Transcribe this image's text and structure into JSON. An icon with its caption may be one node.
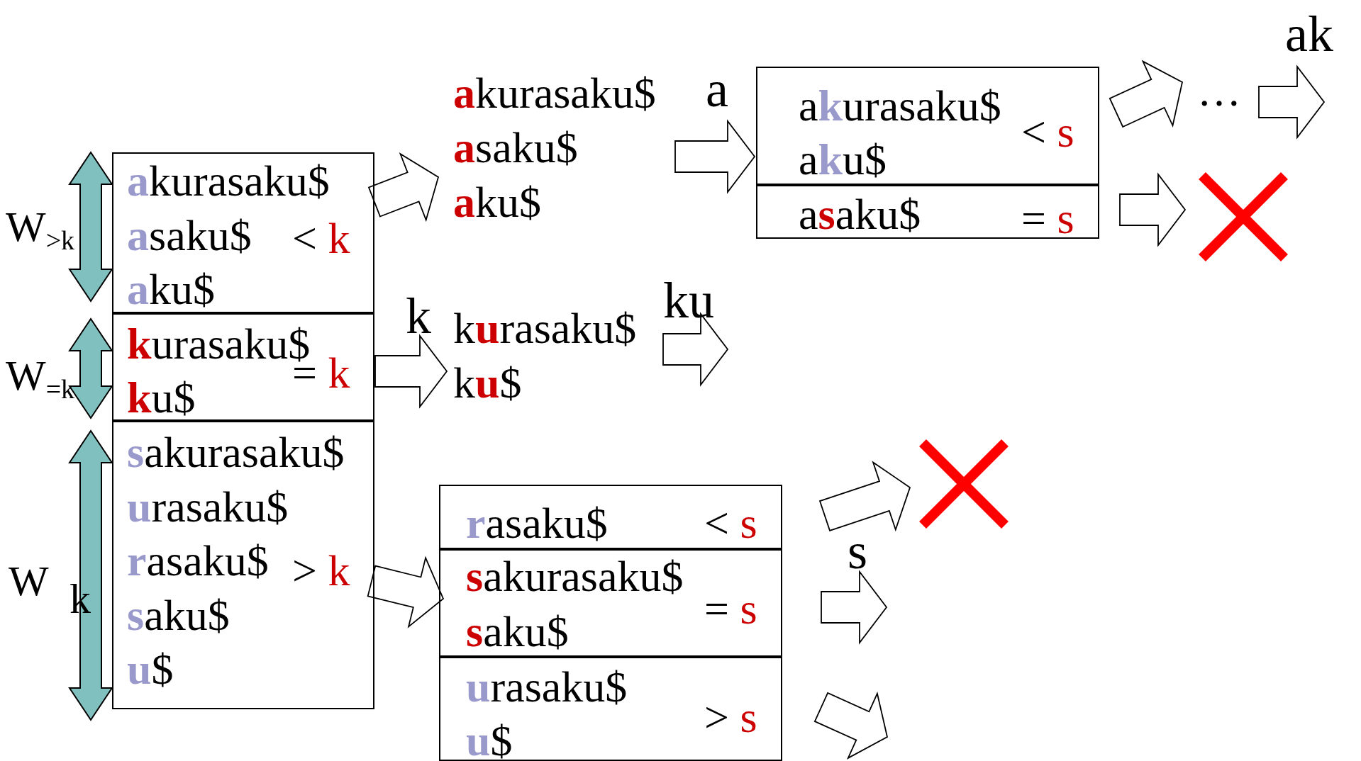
{
  "diagram": {
    "nodes": [
      {
        "text": [
          "**a**kurasaku$",
          "**a**saku$",
          "**a**ku$",
          "< k"
        ],
        "beside": [
          "W$_{>k}$"
        ]
      },
      {
        "text": [
          "**k**urasaku$",
          "**k**u$",
          "= k"
        ],
        "beside": [
          "W$_{=k}$"
        ]
      },
      {
        "text": [
          "**s**akurasaku$",
          "**u**rasaku$",
          "**r**asaku$",
          "**s**aku$",
          "**u**$",
          "> k"
        ],
        "beside": [
          "W",
          "k"
        ]
      },
      {
        "text": [
          "**a**kurasaku$",
          "**a**saku$",
          "**a**ku$"
        ]
      },
      {
        "text": [
          "k**u**rasaku$",
          "k**u**$"
        ]
      },
      {
        "text": [
          "a**k**urasaku$",
          "a**k**u$",
          "< s"
        ]
      },
      {
        "text": [
          "a**s**aku$",
          "= s"
        ]
      },
      {
        "text": [
          "**r**asaku$",
          "< s"
        ]
      },
      {
        "text": [
          "**s**akurasaku$",
          "**s**aku$",
          "= s"
        ]
      },
      {
        "text": [
          "**u**rasaku$",
          "**u**$",
          "> s"
        ]
      },
      {
        "text": [],
        "shape": "cross"
      },
      {
        "text": [],
        "shape": "cross"
      },
      {
        "text": [
          "…"
        ]
      }
    ],
    "edges": [
      {
        "from": 0,
        "to": 3,
        "arrow": "to"
      },
      {
        "from": 3,
        "to": 5,
        "arrow": "to",
        "label": "a"
      },
      {
        "from": 1,
        "to": 4,
        "arrow": "to",
        "label": "k"
      },
      {
        "from": 4,
        "to": null,
        "arrow": "to",
        "label": "ku"
      },
      {
        "from": 2,
        "to": 8,
        "arrow": "to"
      },
      {
        "from": 5,
        "to": 12,
        "arrow": "to"
      },
      {
        "from": 12,
        "to": null,
        "arrow": "to",
        "label": "ak"
      },
      {
        "from": 6,
        "to": 10,
        "arrow": "to"
      },
      {
        "from": 7,
        "to": 11,
        "arrow": "to"
      },
      {
        "from": 8,
        "to": null,
        "arrow": "to",
        "label": "s"
      },
      {
        "from": 9,
        "to": null,
        "arrow": "to"
      }
    ]
  }
}
